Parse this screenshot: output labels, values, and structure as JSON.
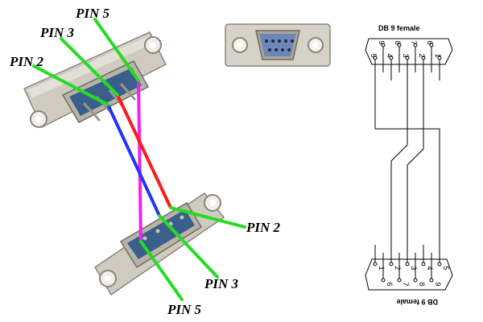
{
  "photo": {
    "labels": {
      "top_pin5": "PIN 5",
      "top_pin3": "PIN 3",
      "top_pin2": "PIN 2",
      "bottom_pin2": "PIN 2",
      "bottom_pin3": "PIN 3",
      "bottom_pin5": "PIN 5"
    },
    "wire_colors": {
      "label_leader": "#22dd22",
      "crossover_a": "#ff1a1a",
      "crossover_b": "#2233ff",
      "ground": "#ee22ee"
    },
    "shell_color": "#c8c4b8",
    "insert_color": "#3a5f8a",
    "socket_insert_color": "#6f86b8"
  },
  "schematic": {
    "top_title": "DB 9 female",
    "bottom_title": "DB 9 female",
    "top_row1": [
      "9",
      "8",
      "7",
      "6"
    ],
    "top_row2": [
      "5",
      "4",
      "3",
      "2",
      "1"
    ],
    "bottom_row1": [
      "1",
      "2",
      "3",
      "4",
      "5"
    ],
    "bottom_row2": [
      "6",
      "7",
      "8",
      "9"
    ]
  }
}
